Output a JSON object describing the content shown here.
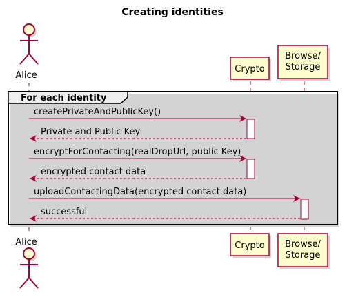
{
  "title": "Creating identities",
  "participants": {
    "alice": {
      "label": "Alice"
    },
    "crypto": {
      "label": "Crypto"
    },
    "storage": {
      "line1": "Browse/",
      "line2": "Storage"
    }
  },
  "loop": {
    "keyword": "For each identity"
  },
  "messages": [
    {
      "text": "createPrivateAndPublicKey()",
      "style": "sync"
    },
    {
      "text": "Private and Public Key",
      "style": "return"
    },
    {
      "text": "encryptForContacting(realDropUrl, public Key)",
      "style": "sync"
    },
    {
      "text": "encrypted contact data",
      "style": "return"
    },
    {
      "text": "uploadContactingData(encrypted contact data)",
      "style": "sync"
    },
    {
      "text": "successful",
      "style": "return"
    }
  ],
  "colors": {
    "line": "#A80036",
    "participant_fill": "#FEFECE",
    "actor_fill": "#FEFECE",
    "shadow": "#D3D3D3"
  }
}
